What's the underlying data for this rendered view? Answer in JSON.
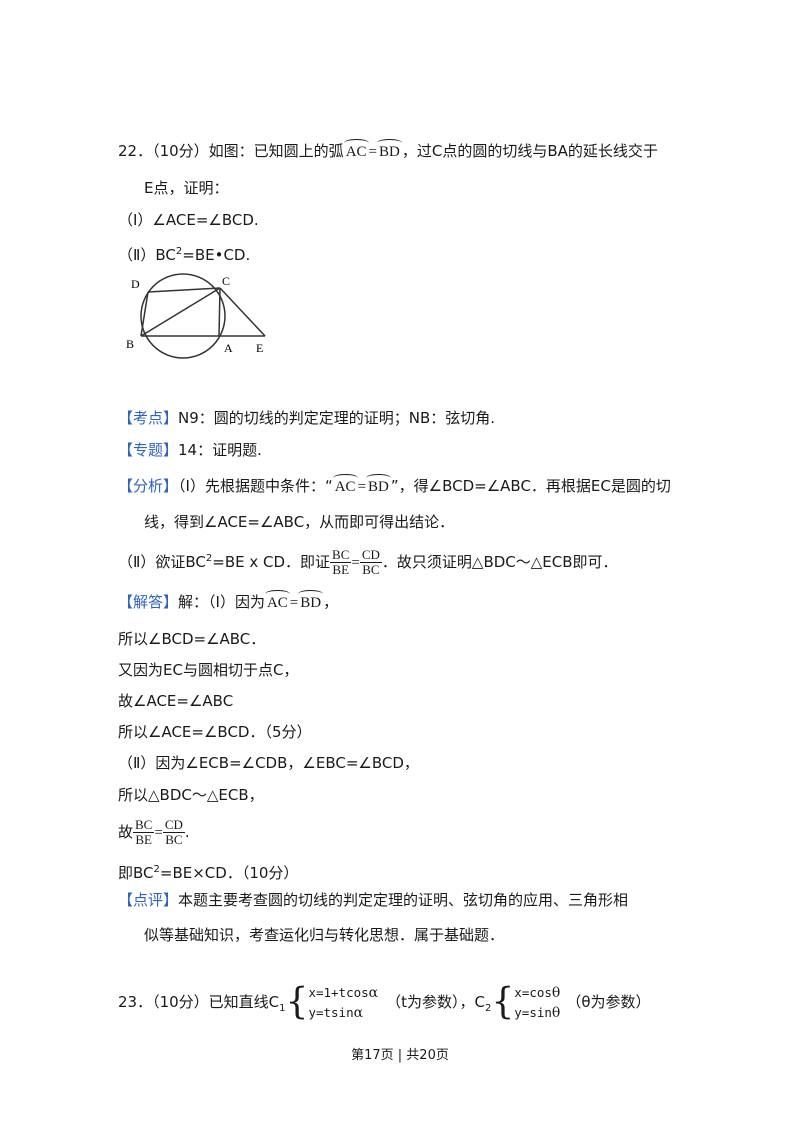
{
  "q22": {
    "line1_a": "22．（10分）如图：已知圆上的弧",
    "arc_ac": "AC",
    "eq": "=",
    "arc_bd": "BD",
    "line1_b": "，过C点的圆的切线与BA的延长线交于",
    "line2": "E点，证明：",
    "part1": "（Ⅰ）∠ACE=∠BCD.",
    "part2_a": "（Ⅱ）BC",
    "sup2": "2",
    "part2_b": "=BE•CD."
  },
  "figure": {
    "labels": {
      "d": "D",
      "c": "C",
      "b": "B",
      "a": "A",
      "e": "E"
    }
  },
  "kaodian": {
    "tag": "【考点】",
    "text": "N9：圆的切线的判定定理的证明；NB：弦切角."
  },
  "zhuanti": {
    "tag": "【专题】",
    "text": "14：证明题."
  },
  "fenxi": {
    "tag": "【分析】",
    "l1_a": "（Ⅰ）先根据题中条件：“",
    "l1_b": "”，得∠BCD=∠ABC．再根据EC是圆的切",
    "l2": "线，得到∠ACE=∠ABC，从而即可得出结论．",
    "l3_a": "（Ⅱ）欲证BC",
    "l3_b": "=BE x CD．即证",
    "l3_c": "．故只须证明△BDC～△ECB即可．",
    "frac1_num": "BC",
    "frac1_den": "BE",
    "frac2_num": "CD",
    "frac2_den": "BC"
  },
  "jieda": {
    "tag": "【解答】",
    "l1": "解：（Ⅰ）因为",
    "l1_end": "，",
    "l2": "所以∠BCD=∠ABC．",
    "l3": "又因为EC与圆相切于点C，",
    "l4": "故∠ACE=∠ABC",
    "l5": "所以∠ACE=∠BCD．（5分）",
    "l6": "（Ⅱ）因为∠ECB=∠CDB，∠EBC=∠BCD，",
    "l7": "所以△BDC～△ECB，",
    "l8_a": "故",
    "l8_b": ".",
    "l9_a": "即BC",
    "l9_b": "=BE×CD．（10分）"
  },
  "dianping": {
    "tag": "【点评】",
    "l1": "本题主要考查圆的切线的判定定理的证明、弦切角的应用、三角形相",
    "l2": "似等基础知识，考查运化归与转化思想．属于基础题．"
  },
  "q23": {
    "a": "23．（10分）已知直线C",
    "sub1": "1",
    "sys1_l1": "x=1+tcos",
    "sys1_l2": "y=tsin",
    "alpha": "α",
    "b": "（t为参数），C",
    "sub2": "2",
    "sys2_l1": "x=cos",
    "sys2_l2": "y=sin",
    "theta": "θ",
    "c": "（θ为参数）"
  },
  "footer": {
    "text": "第17页 | 共20页"
  }
}
